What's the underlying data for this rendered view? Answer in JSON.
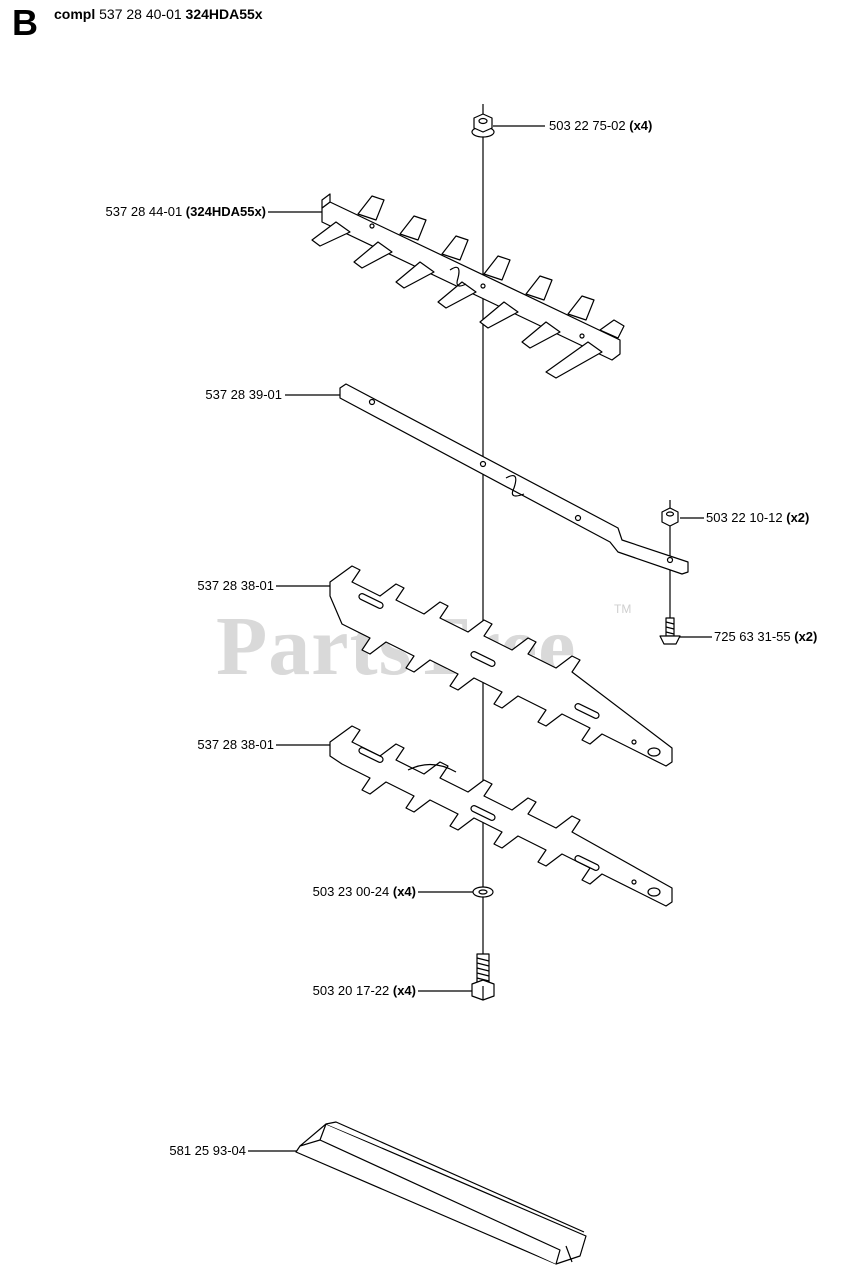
{
  "header": {
    "section_letter": "B",
    "prefix": "compl",
    "number": "537 28 40-01",
    "model": "324HDA55x"
  },
  "watermark": {
    "text": "PartsTree",
    "tm": "TM"
  },
  "parts": {
    "nut_top": {
      "number": "503 22 75-02",
      "qty": "(x4)"
    },
    "blade_top": {
      "number": "537 28 44-01",
      "qty": "(324HDA55x)"
    },
    "bar": {
      "number": "537 28 39-01",
      "qty": ""
    },
    "nut_small": {
      "number": "503 22 10-12",
      "qty": "(x2)"
    },
    "screw_small": {
      "number": "725 63 31-55",
      "qty": "(x2)"
    },
    "blade_mid1": {
      "number": "537 28 38-01",
      "qty": ""
    },
    "blade_mid2": {
      "number": "537 28 38-01",
      "qty": ""
    },
    "washer": {
      "number": "503 23 00-24",
      "qty": "(x4)"
    },
    "bolt": {
      "number": "503 20 17-22",
      "qty": "(x4)"
    },
    "guard": {
      "number": "581 25 93-04",
      "qty": ""
    }
  }
}
